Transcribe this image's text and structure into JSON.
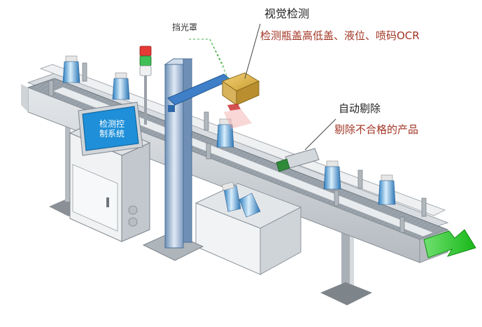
{
  "labels": {
    "light_shade": "挡光罩",
    "vision_title": "视觉检测",
    "vision_desc": "检测瓶盖高低盖、液位、喷码OCR",
    "reject_title": "自动剔除",
    "reject_desc": "剔除不合格的产品"
  },
  "control_cabinet": {
    "screen_text": "检测控\n制系统"
  },
  "colors": {
    "accent_red": "#a23524",
    "screen_blue": "#1e8fd8",
    "flow_arrow_green": "#2ecc40",
    "beam_blue": "#3a7ec7",
    "metal_gray": "#c8cdd2"
  },
  "icons": {
    "tower_light": "signal-tower-icon",
    "flow_arrow": "arrow-right-icon"
  }
}
